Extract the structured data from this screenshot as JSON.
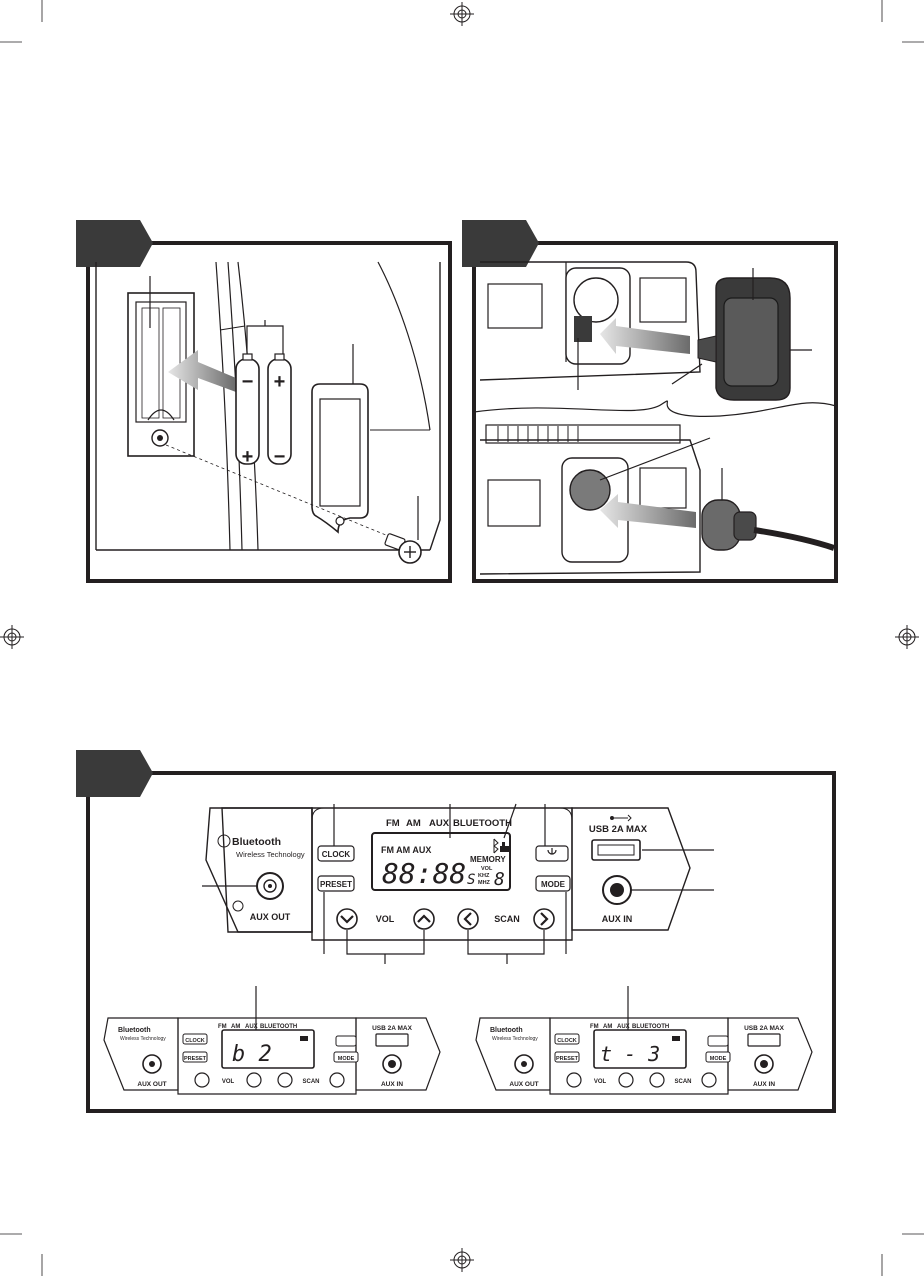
{
  "panel_main": {
    "bluetooth_brand": "Bluetooth",
    "bluetooth_sub": "Wireless Technology",
    "aux_out": "AUX OUT",
    "clock": "CLOCK",
    "preset": "PRESET",
    "vol": "VOL",
    "scan": "SCAN",
    "mode": "MODE",
    "usb": "USB 2A MAX",
    "aux_in": "AUX IN",
    "source_labels": [
      "FM",
      "AM",
      "AUX",
      "BLUETOOTH"
    ],
    "lcd_modes": "FM AM AUX",
    "lcd_memory": "MEMORY",
    "lcd_vol": "VOL",
    "lcd_khz": "KHZ",
    "lcd_mhz": "MHZ",
    "lcd_digits": "88:88",
    "lcd_s": "S",
    "lcd_right_digit": "8"
  },
  "panel_small_left": {
    "bluetooth_brand": "Bluetooth",
    "bluetooth_sub": "Wireless Technology",
    "aux_out": "AUX OUT",
    "clock": "CLOCK",
    "preset": "PRESET",
    "vol": "VOL",
    "scan": "SCAN",
    "mode": "MODE",
    "usb": "USB 2A MAX",
    "aux_in": "AUX IN",
    "source_labels": [
      "FM",
      "AM",
      "AUX",
      "BLUETOOTH"
    ],
    "lcd_text": "b 2"
  },
  "panel_small_right": {
    "bluetooth_brand": "Bluetooth",
    "bluetooth_sub": "Wireless Technology",
    "aux_out": "AUX OUT",
    "clock": "CLOCK",
    "preset": "PRESET",
    "vol": "VOL",
    "scan": "SCAN",
    "mode": "MODE",
    "usb": "USB 2A MAX",
    "aux_in": "AUX IN",
    "source_labels": [
      "FM",
      "AM",
      "AUX",
      "BLUETOOTH"
    ],
    "lcd_text": "t - 3"
  },
  "battery_polarity": {
    "minus": "−",
    "plus": "+"
  },
  "colors": {
    "ink": "#231f20",
    "step_tab": "#3a3a3a",
    "arrow_gray": "#9a9a9a",
    "lcd_fill": "#ffffff"
  }
}
